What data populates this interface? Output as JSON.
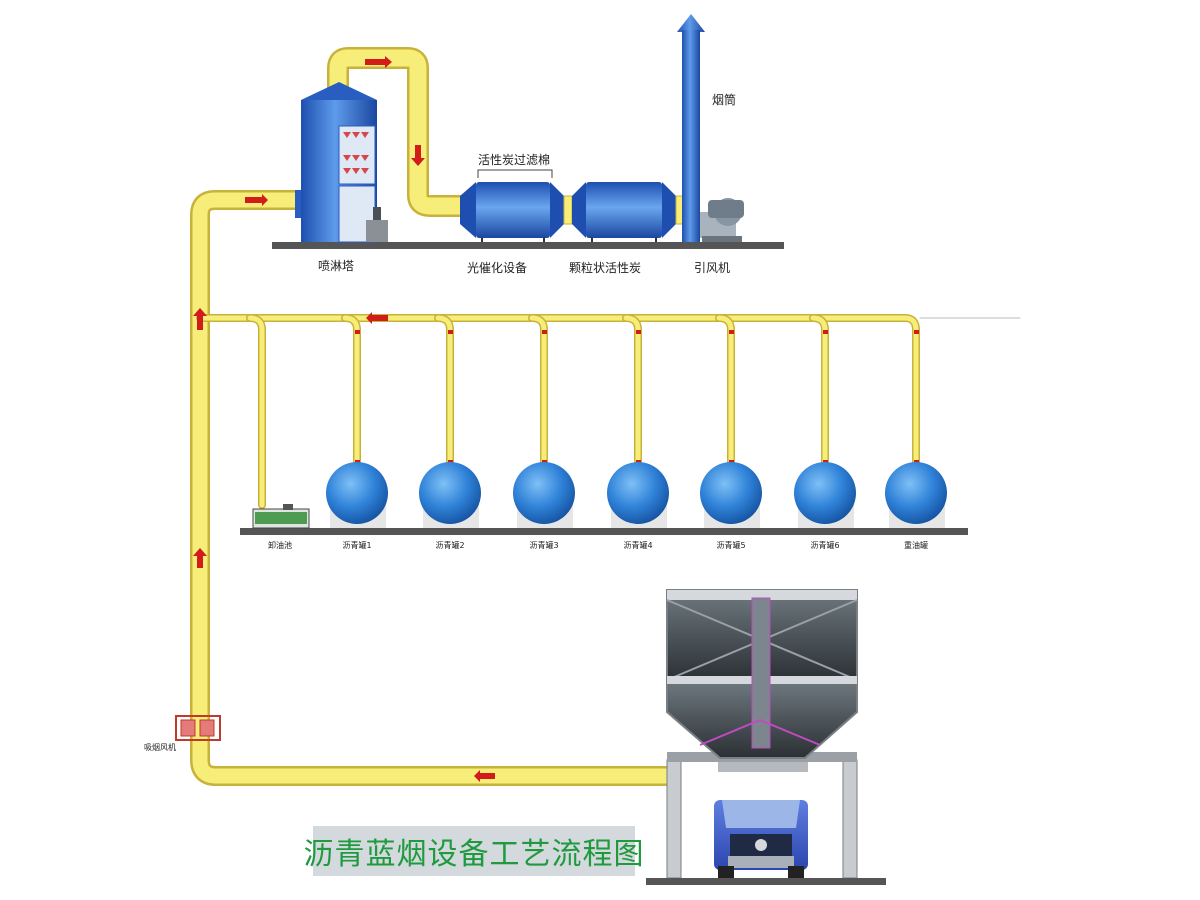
{
  "title": "沥青蓝烟设备工艺流程图",
  "labels": {
    "spray_tower": "喷淋塔",
    "filter_cotton": "活性炭过滤棉",
    "photocatalytic": "光催化设备",
    "granular_carbon": "颗粒状活性炭",
    "fan": "引风机",
    "chimney": "烟筒",
    "suction_fan": "吸烟风机"
  },
  "tanks": [
    {
      "label": "卸油池"
    },
    {
      "label": "沥青罐1"
    },
    {
      "label": "沥青罐2"
    },
    {
      "label": "沥青罐3"
    },
    {
      "label": "沥青罐4"
    },
    {
      "label": "沥青罐5"
    },
    {
      "label": "沥青罐6"
    },
    {
      "label": "重油罐"
    }
  ],
  "colors": {
    "duct_yellow": "#f7ee7a",
    "duct_edge": "#c9b23a",
    "equipment_blue": "#2f6fd3",
    "arrow_red": "#d21c1c",
    "ground": "#555555",
    "title_green": "#1f9a3e",
    "title_bg": "#d3d9dc"
  }
}
